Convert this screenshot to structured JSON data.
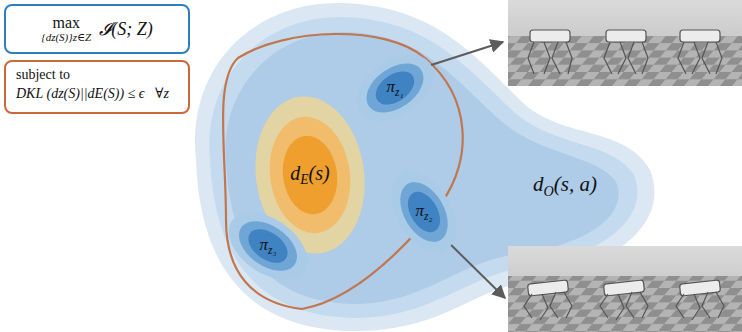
{
  "diagram": {
    "nodes": [
      {
        "text": [
          "max",
          "{dz(S)}z∈Z",
          "𝓘(S; Z)"
        ]
      },
      {
        "text": [
          "subject to",
          "DKL (dz(S)||dE(S)) ≤ ϵ   ∀z"
        ]
      },
      {
        "text": [
          "d",
          "O",
          "(s, a)"
        ]
      },
      {
        "text": [
          "π",
          "z₁"
        ],
        "in": 2
      },
      {
        "text": [
          "d",
          "E",
          "(s)"
        ],
        "in": 2
      },
      {
        "text": [
          "π",
          "z₃"
        ],
        "in": 2
      },
      {
        "text": [
          "π",
          "z₂"
        ],
        "in": 2
      }
    ]
  }
}
